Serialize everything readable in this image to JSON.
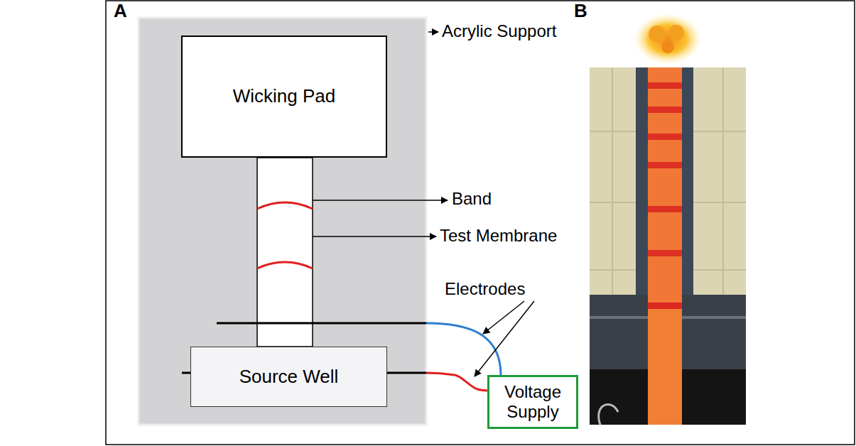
{
  "diagram": {
    "nodes": [
      {
        "text": [
          "Wicking Pad"
        ]
      },
      {
        "text": [
          "Source Well"
        ]
      },
      {
        "text": [
          "Voltage Supply"
        ]
      }
    ],
    "edges": [
      {
        "from": 1,
        "to": 2,
        "arrow": "none"
      }
    ],
    "labels": [
      "A",
      "B",
      "Acrylic Support",
      "Band",
      "Test Membrane",
      "Electrodes"
    ]
  }
}
